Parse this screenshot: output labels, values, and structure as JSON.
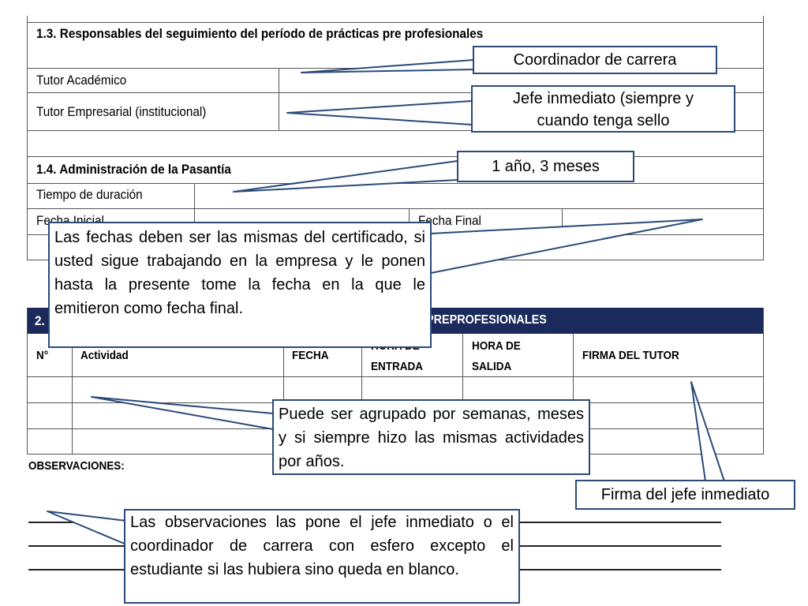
{
  "form": {
    "section_13_title": "1.3. Responsables del seguimiento del período de prácticas pre profesionales",
    "tutor_academico": "Tutor Académico",
    "tutor_empresarial": "Tutor Empresarial (institucional)",
    "section_14_title": "1.4. Administración de la Pasantía",
    "tiempo_duracion": "Tiempo de duración",
    "fecha_inicial": "Fecha Inicial",
    "fecha_final": "Fecha Final",
    "section_2_title": "2.",
    "section_2_title_tail": "PREPROFESIONALES",
    "columns": {
      "num": "N°",
      "actividad": "Actividad",
      "fecha": "FECHA",
      "hora_entrada_1": "HORA DE",
      "hora_entrada_2": "ENTRADA",
      "hora_salida_1": "HORA DE",
      "hora_salida_2": "SALIDA",
      "firma": "FIRMA DEL TUTOR"
    },
    "observaciones": "OBSERVACIONES:"
  },
  "callouts": {
    "coordinador": "Coordinador de carrera",
    "jefe_line1": "Jefe inmediato (siempre y",
    "jefe_line2": "cuando tenga sello",
    "duracion": "1 año, 3 meses",
    "fechas": "Las fechas deben ser las mismas del certificado, si usted sigue trabajando en la empresa y le ponen hasta la presente tome la fecha en la que le emitieron como fecha final.",
    "agrupado": "Puede ser agrupado por semanas, meses y si siempre hizo las mismas actividades por años.",
    "firma_jefe": "Firma del jefe inmediato",
    "observaciones_nota": "Las observaciones las pone el jefe inmediato o el coordinador de carrera con esfero excepto el estudiante si las hubiera sino queda en blanco."
  },
  "colors": {
    "callout_border": "#2a4a7a",
    "header_band": "#1b2a5c"
  }
}
